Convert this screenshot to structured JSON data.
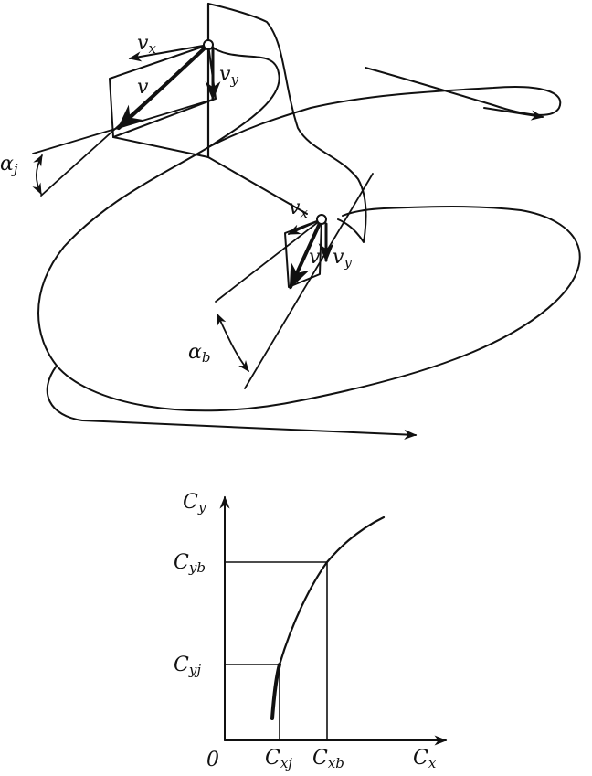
{
  "upper_figure": {
    "jump_vectors": {
      "vx_main": "v",
      "vx_sub": "x",
      "v": "v",
      "vy_main": "v",
      "vy_sub": "y"
    },
    "jump_angle": {
      "main": "α",
      "sub": "j"
    },
    "bounce_vectors": {
      "vx_main": "v",
      "vx_sub": "x",
      "v": "v",
      "vy_main": "v",
      "vy_sub": "y"
    },
    "bounce_angle": {
      "main": "α",
      "sub": "b"
    }
  },
  "lower_figure": {
    "y_axis": {
      "main": "C",
      "sub": "y"
    },
    "x_axis": {
      "main": "C",
      "sub": "x"
    },
    "origin": "0",
    "cy_b": {
      "main": "C",
      "sub": "yb"
    },
    "cy_j": {
      "main": "C",
      "sub": "yj"
    },
    "cx_j": {
      "main": "C",
      "sub": "xj"
    },
    "cx_b": {
      "main": "C",
      "sub": "xb"
    }
  }
}
